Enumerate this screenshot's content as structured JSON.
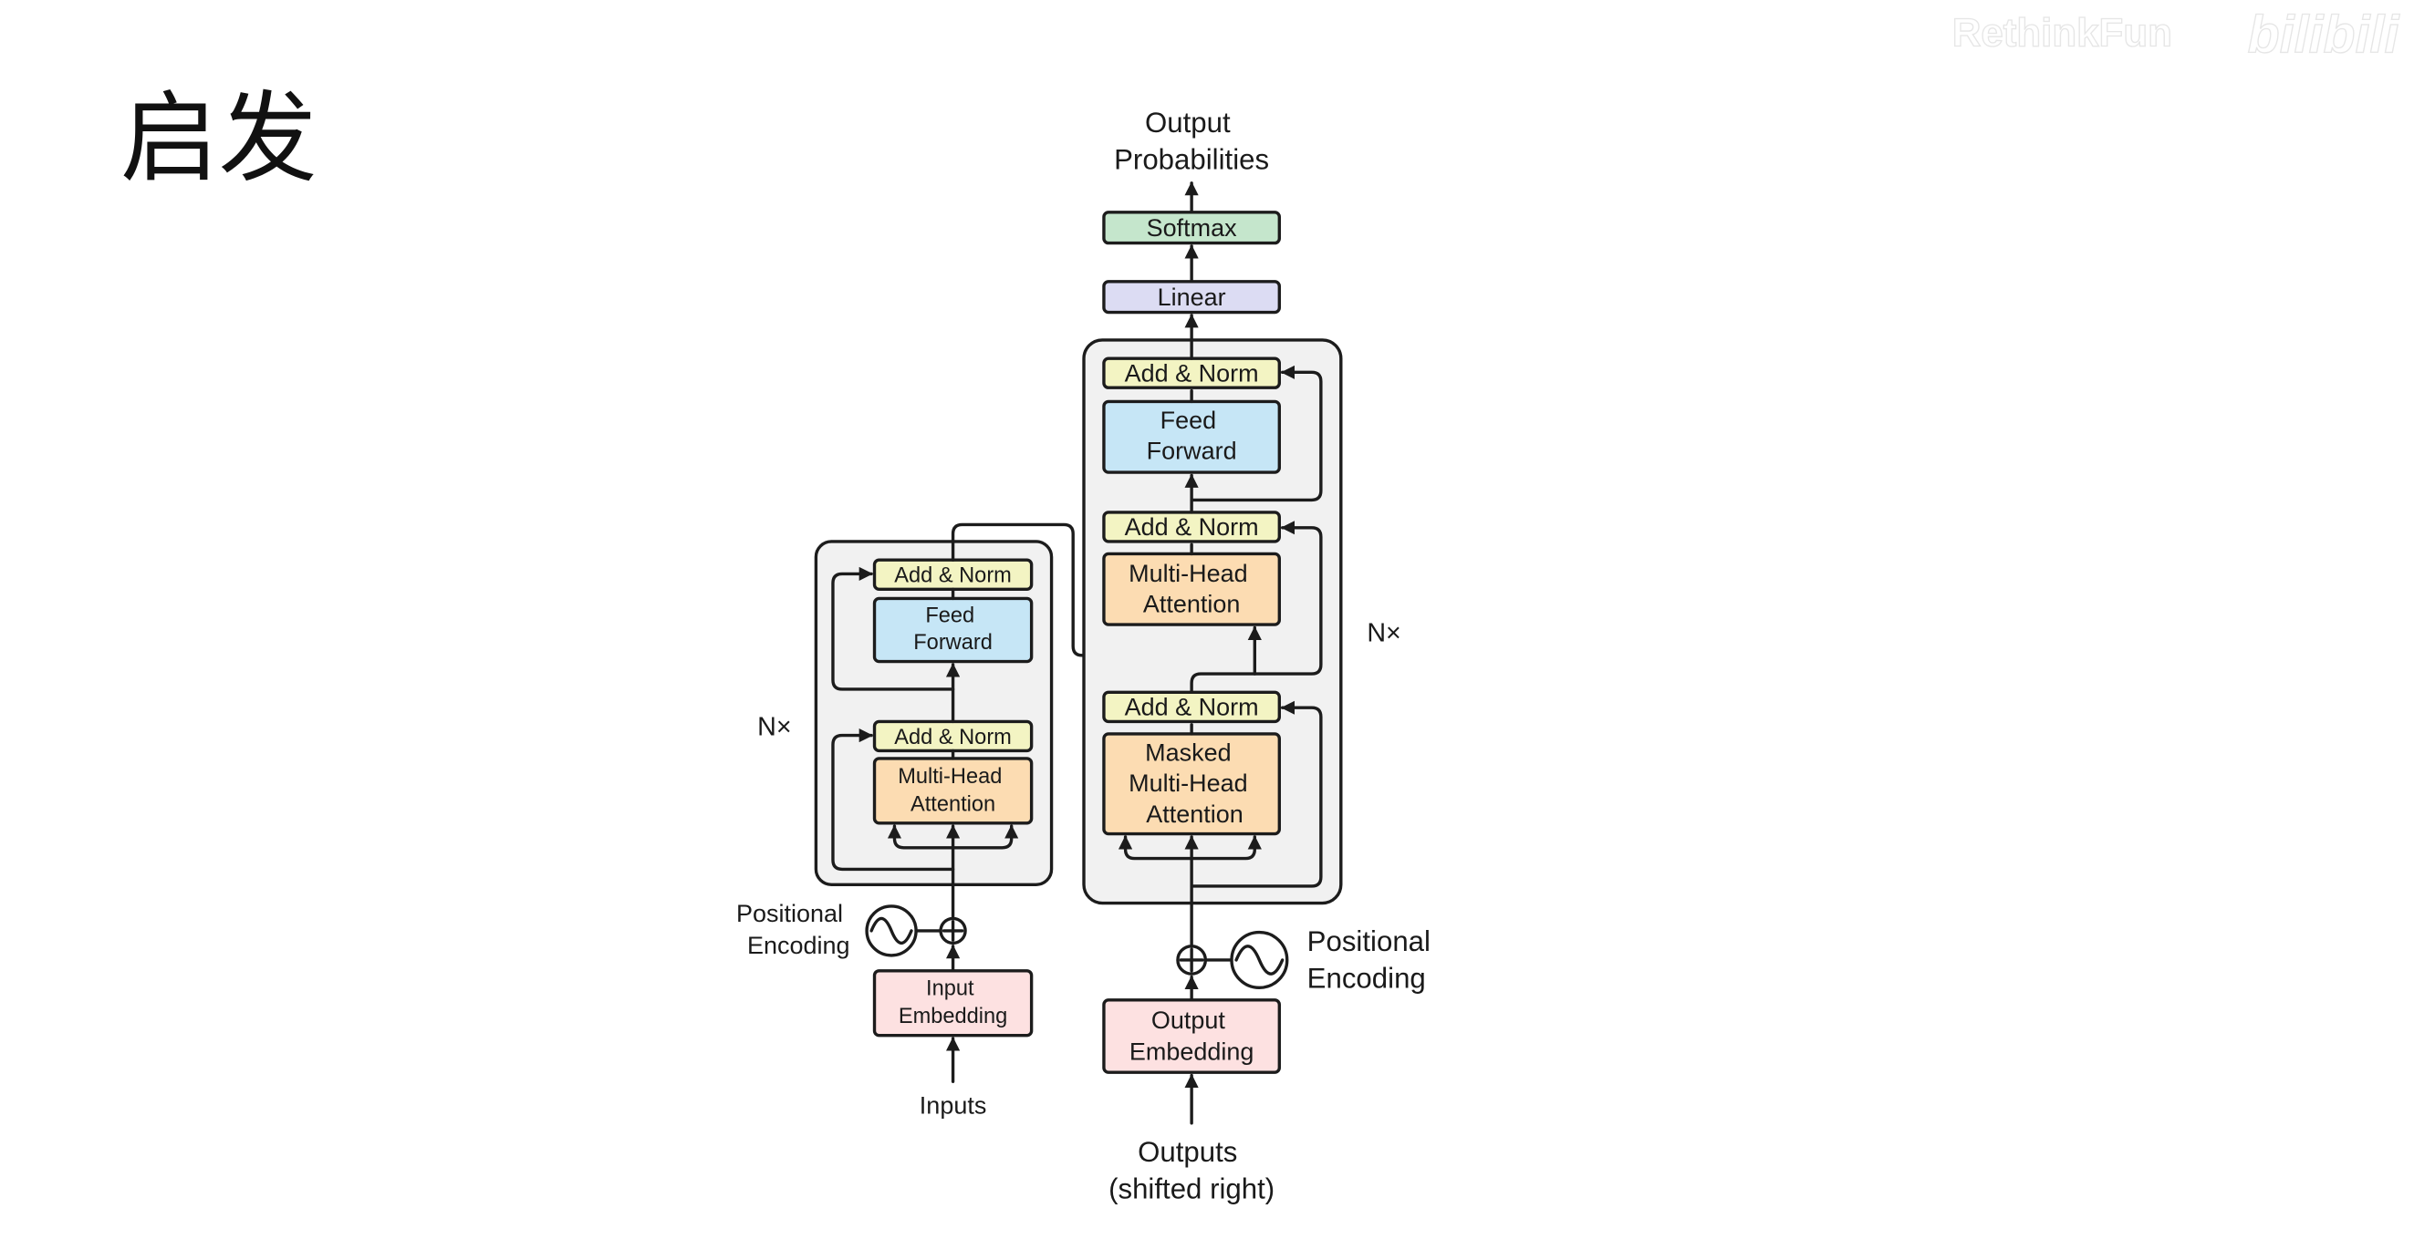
{
  "slide": {
    "title": "启发"
  },
  "watermark": {
    "channel": "RethinkFun",
    "platform": "bilibili"
  },
  "diagram": {
    "output_head": {
      "output_label": [
        "Output",
        "Probabilities"
      ],
      "softmax": "Softmax",
      "linear": "Linear"
    },
    "encoder": {
      "repeat_label": "N×",
      "add_norm_top": "Add & Norm",
      "feed_forward": [
        "Feed",
        "Forward"
      ],
      "add_norm_bottom": "Add & Norm",
      "attention": [
        "Multi-Head",
        "Attention"
      ],
      "positional_encoding": [
        "Positional",
        "Encoding"
      ],
      "embedding": [
        "Input",
        "Embedding"
      ],
      "input_label": "Inputs"
    },
    "decoder": {
      "repeat_label": "N×",
      "add_norm_top": "Add & Norm",
      "feed_forward": [
        "Feed",
        "Forward"
      ],
      "add_norm_middle": "Add & Norm",
      "cross_attention": [
        "Multi-Head",
        "Attention"
      ],
      "add_norm_bottom": "Add & Norm",
      "masked_attention": [
        "Masked",
        "Multi-Head",
        "Attention"
      ],
      "positional_encoding": [
        "Positional",
        "Encoding"
      ],
      "embedding": [
        "Output",
        "Embedding"
      ],
      "input_label": [
        "Outputs",
        "(shifted right)"
      ]
    },
    "colors": {
      "add_norm": "#f3f4c3",
      "feed_forward": "#c6e6f6",
      "attention": "#fcdcb2",
      "embedding": "#fde1e1",
      "linear": "#dcdcf3",
      "softmax": "#c5e6cc",
      "stack": "#f1f1f1",
      "stroke": "#1c1c1c"
    }
  }
}
